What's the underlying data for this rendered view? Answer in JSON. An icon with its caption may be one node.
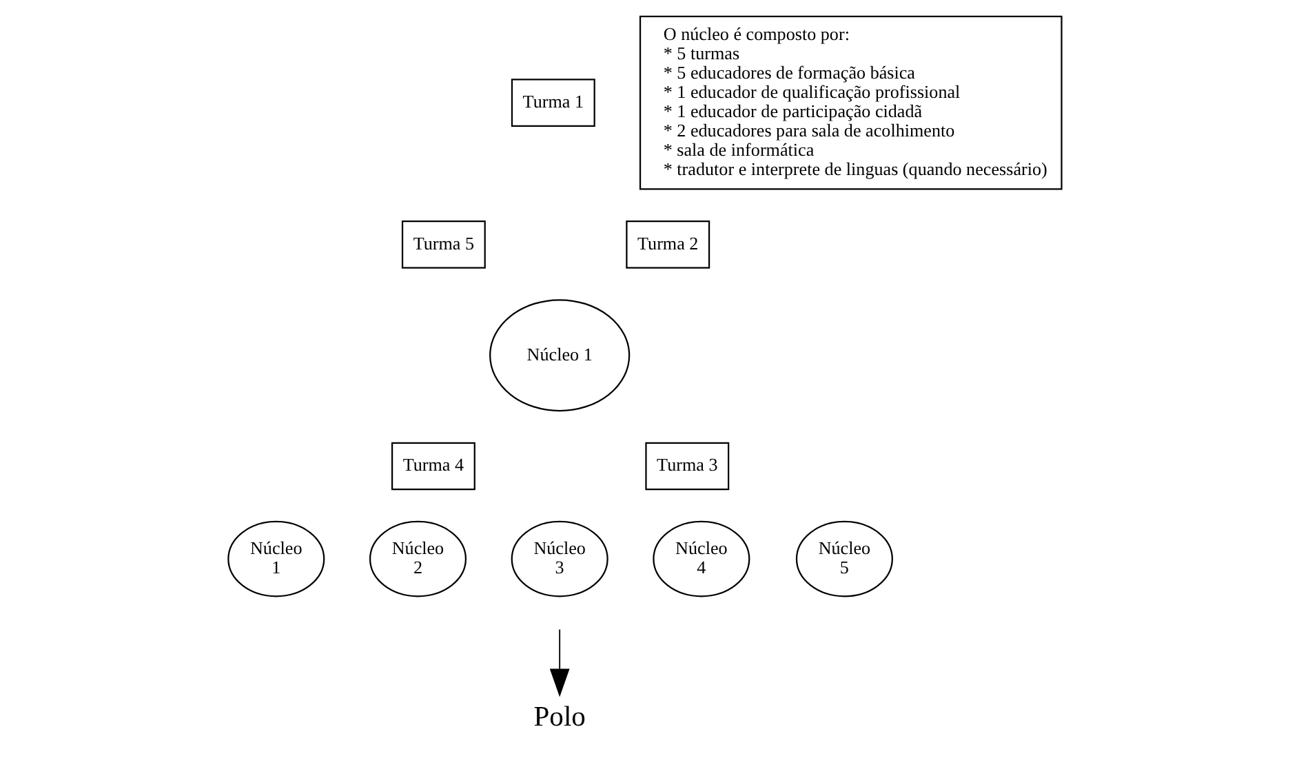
{
  "diagram": {
    "nodes": [
      {
        "text": [
          "Turma 1"
        ]
      },
      {
        "text": [
          "Turma 5"
        ]
      },
      {
        "text": [
          "Turma 2"
        ]
      },
      {
        "text": [
          "Núcleo 1"
        ]
      },
      {
        "text": [
          "Turma 4"
        ]
      },
      {
        "text": [
          "Turma 3"
        ]
      },
      {
        "text": [
          "Núcleo 1"
        ]
      },
      {
        "text": [
          "Núcleo 2"
        ]
      },
      {
        "text": [
          "Núcleo 3"
        ]
      },
      {
        "text": [
          "Núcleo 4"
        ]
      },
      {
        "text": [
          "Núcleo 5"
        ]
      },
      {
        "text": [
          "Polo"
        ]
      },
      {
        "text": [
          "O núcleo é composto por:",
          "* 5 turmas",
          "* 5 educadores de formação básica",
          "* 1 educador de qualificação profissional",
          "* 1 educador de participação cidadã",
          "* 2 educadores para sala de acolhimento",
          "* sala de informática",
          "* tradutor e interprete de linguas (quando necessário)"
        ]
      }
    ],
    "edges": [
      {
        "from": null,
        "to": 11,
        "arrow": "to"
      }
    ]
  }
}
